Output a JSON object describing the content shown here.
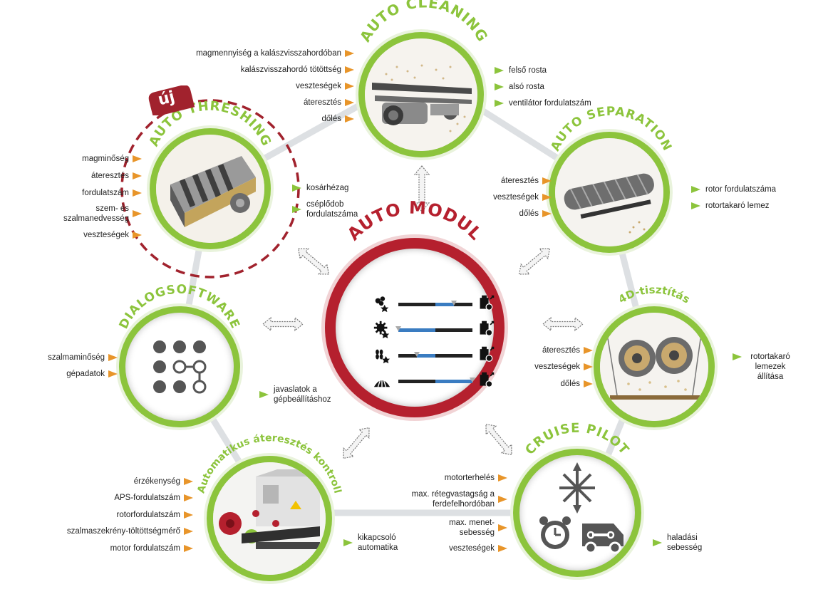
{
  "nodes": {
    "auto_cleaning": {
      "title": "AUTO CLEANING",
      "inputs": [
        "magmennyiség a kalászvisszahordóban",
        "kalászvisszahordó tötöttség",
        "veszteségek",
        "áteresztés",
        "dőlés"
      ],
      "outputs": [
        "felső rosta",
        "alsó rosta",
        "ventilátor fordulatszám"
      ]
    },
    "auto_threshing": {
      "badge": "új",
      "title": "AUTO THRESHING",
      "inputs": [
        "magminőség",
        "áteresztés",
        "fordulatszám",
        "szem- és szalmanedvesség",
        "veszteségek"
      ],
      "outputs": [
        "kosárhézag",
        "cséplődob fordulatszáma"
      ]
    },
    "auto_separation": {
      "title": "AUTO SEPARATION",
      "inputs": [
        "áteresztés",
        "veszteségek",
        "dőlés"
      ],
      "outputs": [
        "rotor fordulatszáma",
        "rotortakaró lemez"
      ]
    },
    "dialogsoftware": {
      "title": "DIALOGSOFTWARE",
      "inputs": [
        "szalmaminőség",
        "gépadatok"
      ],
      "outputs": [
        "javaslatok a gépbeállításhoz"
      ]
    },
    "tisztitas_4d": {
      "title": "4D-tisztítás",
      "inputs": [
        "áteresztés",
        "veszteségek",
        "dőlés"
      ],
      "outputs": [
        "rotortakaró lemezek állítása"
      ]
    },
    "ateresztes_kontroll": {
      "title": "Automatikus áteresztés kontroll",
      "inputs": [
        "érzékenység",
        "APS-fordulatszám",
        "rotorfordulatszám",
        "szalmaszekrény-töltöttségmérő",
        "motor fordulatszám"
      ],
      "outputs": [
        "kikapcsoló automatika"
      ]
    },
    "cruise_pilot": {
      "title": "CRUISE PILOT",
      "inputs": [
        "motorterhelés",
        "max. rétegvastagság a ferdefelhordóban",
        "max. menet-sebesség",
        "veszteségek"
      ],
      "outputs": [
        "haladási sebesség"
      ]
    }
  },
  "auto_modul": {
    "title": "AUTO MODUL",
    "rows": [
      {
        "icon": "grain-quality-icon",
        "fill_from": 0.5,
        "fill_to": 0.75,
        "marker": 0.75
      },
      {
        "icon": "threshing-gear-icon",
        "fill_from": 0.0,
        "fill_to": 0.5,
        "marker": 0.0
      },
      {
        "icon": "wheat-icon",
        "fill_from": 0.25,
        "fill_to": 0.5,
        "marker": 0.25
      },
      {
        "icon": "field-crop-icon",
        "fill_from": 0.5,
        "fill_to": 1.0,
        "marker": 1.0
      }
    ]
  },
  "colors": {
    "green": "#8cc43c",
    "red": "#b5202e",
    "orange": "#e8952a",
    "blue": "#3a7cc1"
  }
}
